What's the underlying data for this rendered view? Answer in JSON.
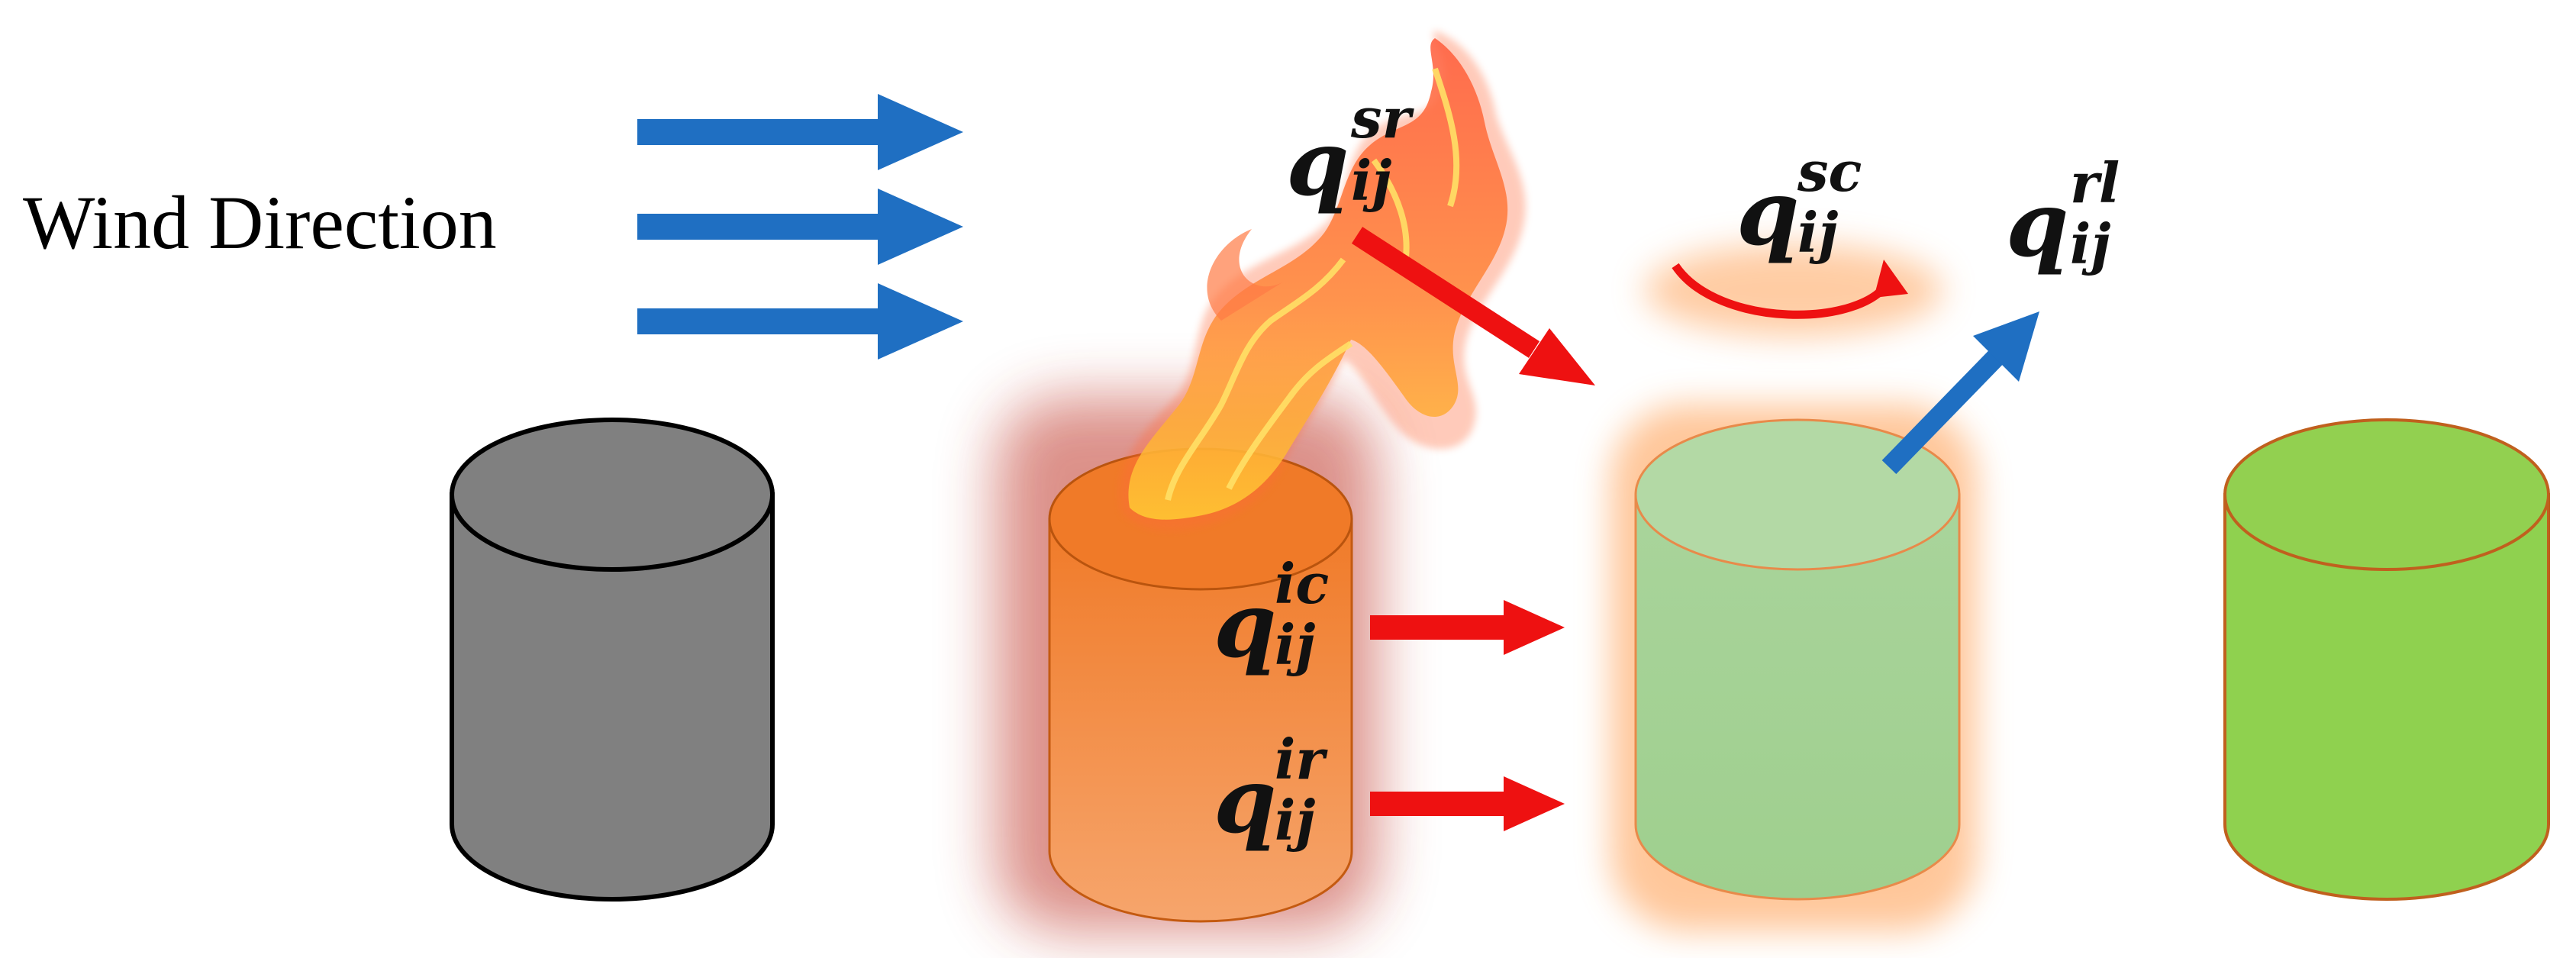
{
  "wind": {
    "label": "Wind Direction",
    "arrow_color": "#1f6fc2",
    "arrow_count": 3
  },
  "heat_terms": {
    "sr": {
      "base": "q",
      "sup": "sr",
      "sub": "ij"
    },
    "ic": {
      "base": "q",
      "sup": "ic",
      "sub": "ij"
    },
    "ir": {
      "base": "q",
      "sup": "ir",
      "sub": "ij"
    },
    "sc": {
      "base": "q",
      "sup": "sc",
      "sub": "ij"
    },
    "rl": {
      "base": "q",
      "sup": "rl",
      "sub": "ij"
    }
  },
  "tanks": [
    {
      "name": "gray-tank",
      "fill": "#808080",
      "state": "inactive"
    },
    {
      "name": "burning-tank",
      "fill": "#f0792a",
      "state": "on-fire"
    },
    {
      "name": "target-tank",
      "fill": "#a8d39a",
      "state": "heated"
    },
    {
      "name": "green-tank",
      "fill": "#8fd14f",
      "state": "normal"
    }
  ],
  "colors": {
    "heat_arrow": "#ee1111",
    "loss_arrow": "#1f6fc2",
    "fire_glow": "#c0392b",
    "heat_glow": "#ff9a4a"
  }
}
